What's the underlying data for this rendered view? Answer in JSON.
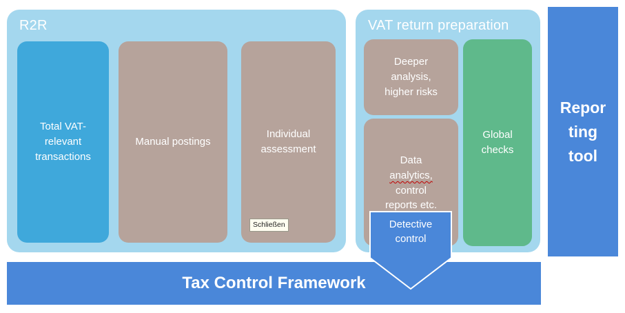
{
  "r2r": {
    "title": "R2R",
    "box_total_vat": "Total VAT-relevant transactions",
    "box_manual_postings": "Manual postings",
    "box_individual_assessment": "Individual assessment",
    "close_button_label": "Schließen"
  },
  "vat_return": {
    "title": "VAT return preparation",
    "box_deeper": "Deeper analysis, higher risks",
    "box_data_analytics": {
      "segments": [
        {
          "text": "Data "
        },
        {
          "text": "analytics,"
        },
        {
          "text": " control "
        },
        {
          "text": "reports etc."
        }
      ]
    },
    "box_global_checks": "Global checks",
    "arrow_label": "Detective control"
  },
  "reporting_tool": {
    "lines": [
      "Repor",
      "ting",
      "tool"
    ]
  },
  "bottom_bar": {
    "label": "Tax Control Framework"
  },
  "colors": {
    "lane_light_blue": "#a4d7ee",
    "box_blue": "#3fa8db",
    "box_tan": "#b6a39b",
    "box_green": "#5fb98b",
    "frame_blue": "#4a87d9",
    "spellcheck_red": "#c00000"
  }
}
